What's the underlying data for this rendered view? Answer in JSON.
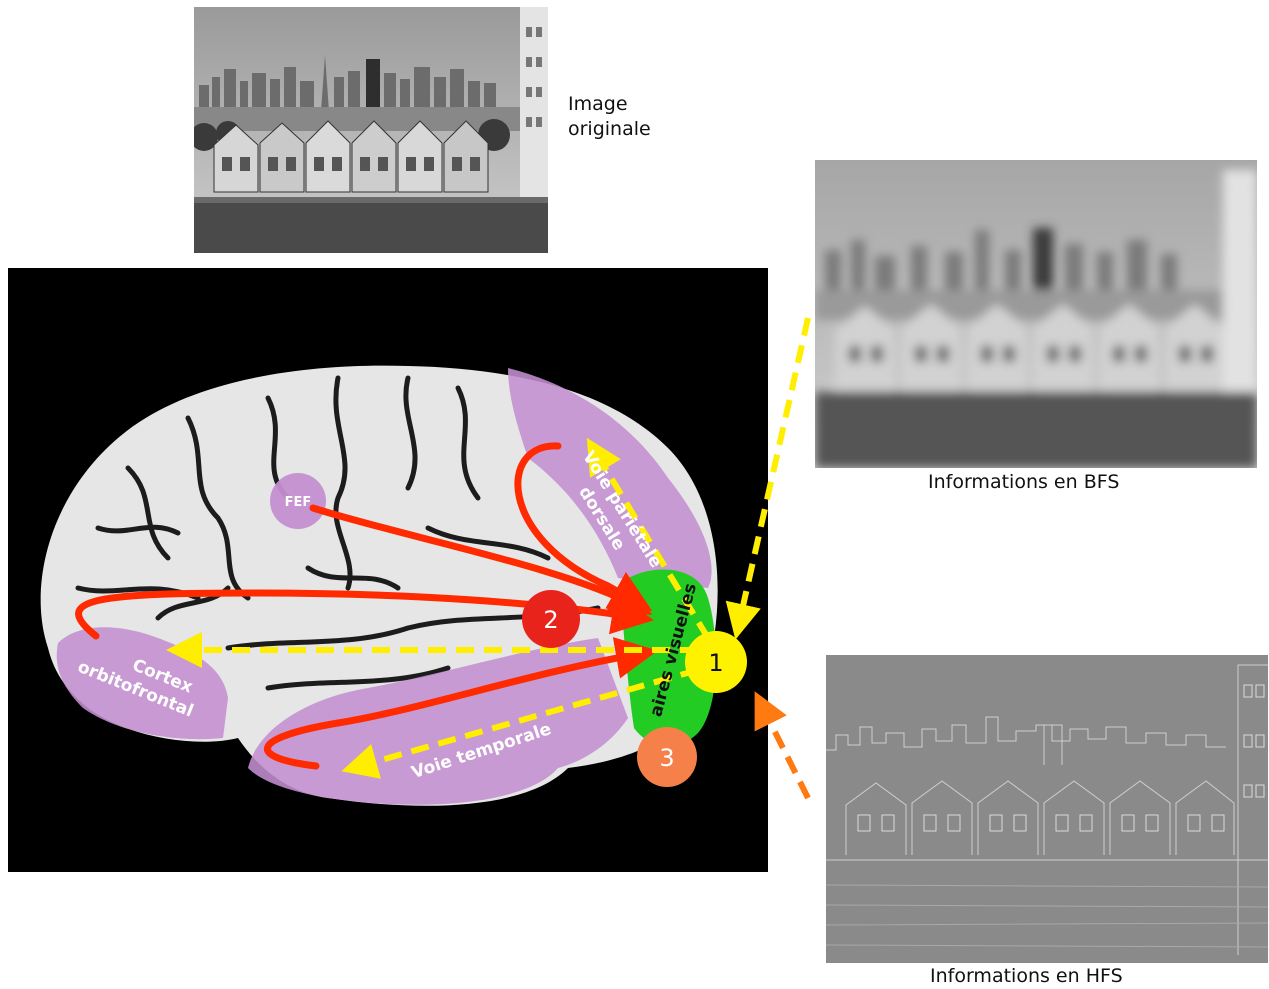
{
  "images": {
    "original": {
      "caption": "Image originale"
    },
    "bfs": {
      "caption": "Informations en BFS"
    },
    "hfs": {
      "caption": "Informations en HFS"
    }
  },
  "brain": {
    "labels": {
      "fef": "FEF",
      "dorsal_line1": "Voie pariétale",
      "dorsal_line2": "dorsale",
      "visual": "aires visuelles",
      "ofc_line1": "Cortex",
      "ofc_line2": "orbitofrontal",
      "temporal": "Voie temporale"
    },
    "markers": {
      "m1": "1",
      "m2": "2",
      "m3": "3"
    }
  },
  "colors": {
    "purple_region": "#c48fd0",
    "green_region": "#22cc22",
    "red_arrow": "#ff2a00",
    "yellow_arrow": "#ffee00",
    "orange_arrow": "#ff7a10",
    "marker1": "#fff200",
    "marker2": "#e8231b",
    "marker3": "#f5804a"
  }
}
